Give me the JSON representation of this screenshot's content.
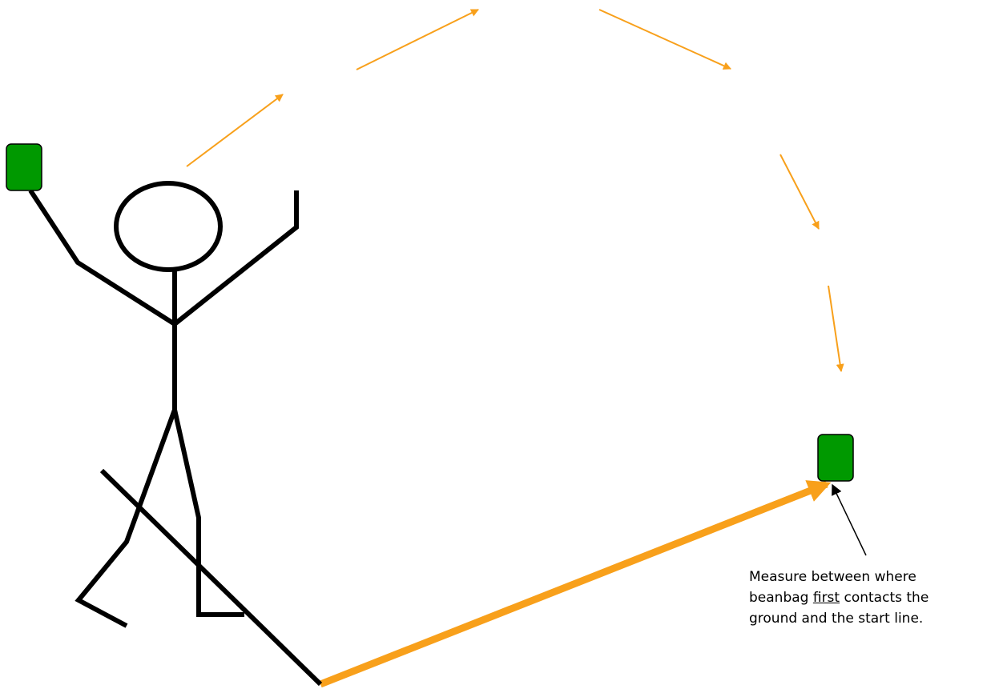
{
  "annotation": {
    "line1": "Measure between where",
    "line2_before": "beanbag ",
    "line2_emphasis": "first",
    "line2_after": " contacts the",
    "line3": "ground and the start line."
  },
  "colors": {
    "trajectory": "#F8A01B",
    "beanbag_fill": "#009900",
    "figure": "#000000",
    "background": "#ffffff"
  },
  "icons": {
    "beanbag_start": "beanbag-icon",
    "beanbag_landing": "beanbag-icon"
  }
}
